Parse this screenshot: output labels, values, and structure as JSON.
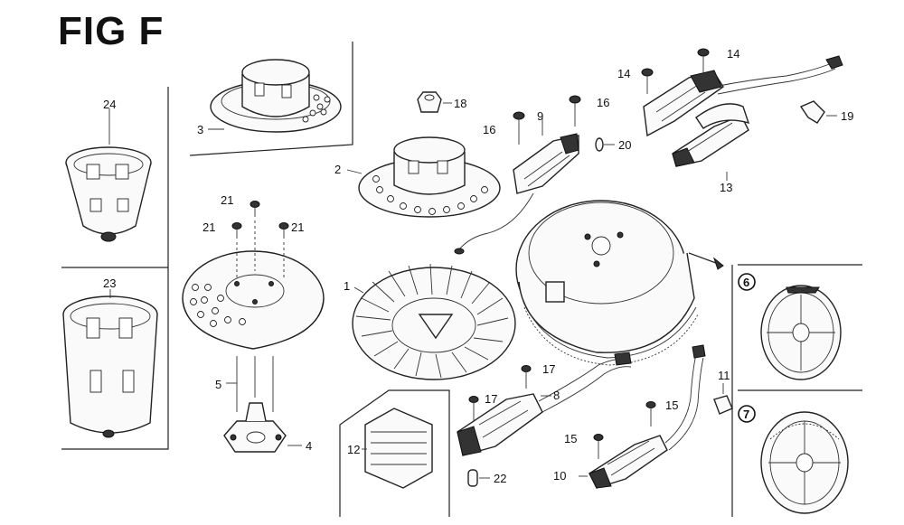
{
  "figure": {
    "title": "FIG F"
  },
  "callouts": [
    "1",
    "2",
    "3",
    "4",
    "5",
    "8",
    "9",
    "10",
    "11",
    "12",
    "13",
    "14",
    "14",
    "15",
    "15",
    "16",
    "16",
    "17",
    "17",
    "18",
    "19",
    "20",
    "21",
    "21",
    "21",
    "22",
    "23",
    "24"
  ],
  "circled_callouts": [
    "6",
    "7"
  ]
}
